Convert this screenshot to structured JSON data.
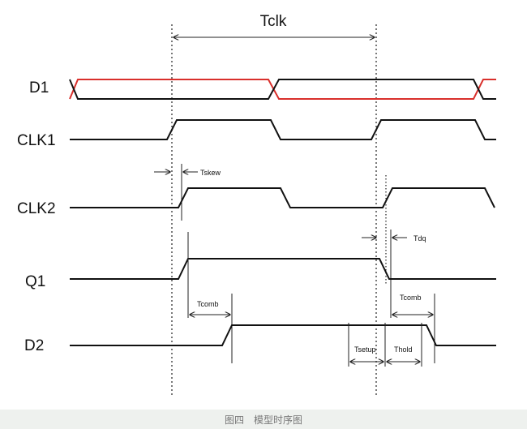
{
  "signals": [
    "D1",
    "CLK1",
    "CLK2",
    "Q1",
    "D2"
  ],
  "period_label": "Tclk",
  "annotations": {
    "skew": "Tskew",
    "clk_to_q": "Tdq",
    "comb_delay_1": "Tcomb",
    "comb_delay_2": "Tcomb",
    "setup": "Tsetup",
    "hold": "Thold"
  },
  "caption": "图四　模型时序图",
  "colors": {
    "wave": "#111111",
    "d1_alt": "#d9302c",
    "caption_bg": "#eef1ee"
  }
}
